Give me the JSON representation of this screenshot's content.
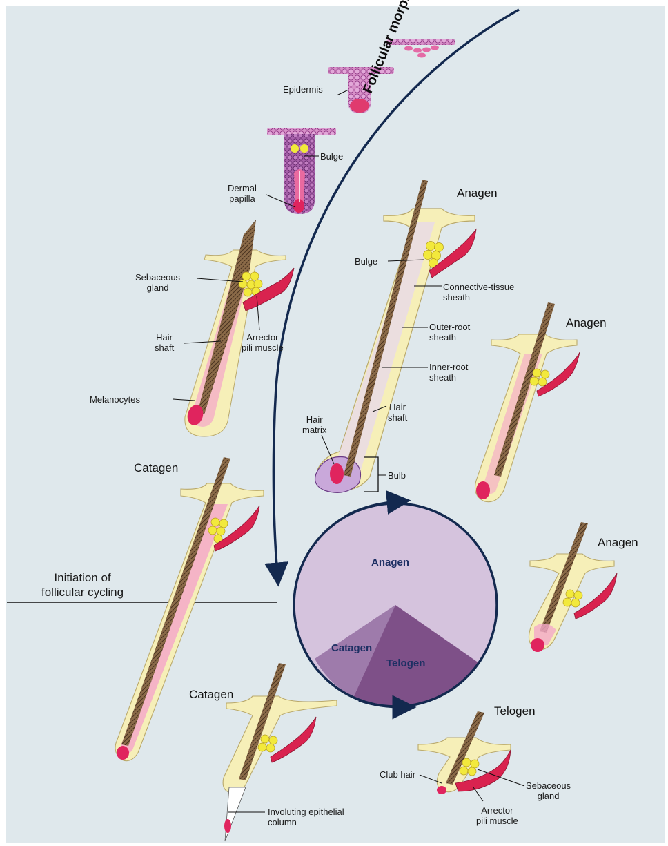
{
  "title": "Follicular morphogenesis",
  "initiation": "Initiation of\nfollicular cycling",
  "cycle": {
    "anagen": "Anagen",
    "catagen": "Catagen",
    "telogen": "Telogen"
  },
  "stages": {
    "anagen_main": "Anagen",
    "anagen_2": "Anagen",
    "anagen_3": "Anagen",
    "catagen_1": "Catagen",
    "catagen_2": "Catagen",
    "telogen": "Telogen"
  },
  "labels": {
    "epidermis": "Epidermis",
    "bulge_early": "Bulge",
    "dermal_papilla": "Dermal\npapilla",
    "sebaceous_gland_early": "Sebaceous\ngland",
    "hair_shaft_early": "Hair\nshaft",
    "arrector_early": "Arrector\npili muscle",
    "melanocytes": "Melanocytes",
    "bulge_main": "Bulge",
    "connective_tissue": "Connective-tissue\nsheath",
    "outer_root": "Outer-root\nsheath",
    "inner_root": "Inner-root\nsheath",
    "hair_shaft_main": "Hair\nshaft",
    "hair_matrix": "Hair\nmatrix",
    "bulb": "Bulb",
    "involuting": "Involuting epithelial\ncolumn",
    "club_hair": "Club hair",
    "sebaceous_gland_telogen": "Sebaceous\ngland",
    "arrector_telogen": "Arrector\npili muscle"
  },
  "colors": {
    "background": "#dfe8ec",
    "arrow": "#13294f",
    "sheath": "#f6efb8",
    "sheath_edge": "#b9a86a",
    "pink": "#f4a9c8",
    "papilla": "#e0245e",
    "gland": "#f3ea3a",
    "muscle": "#d9234f",
    "shaft": "#7a5a3c",
    "anagen_fill": "#d5c3dd",
    "catagen_fill": "#9e7bab",
    "telogen_fill": "#7e5088",
    "cells": "#d98bcb"
  }
}
